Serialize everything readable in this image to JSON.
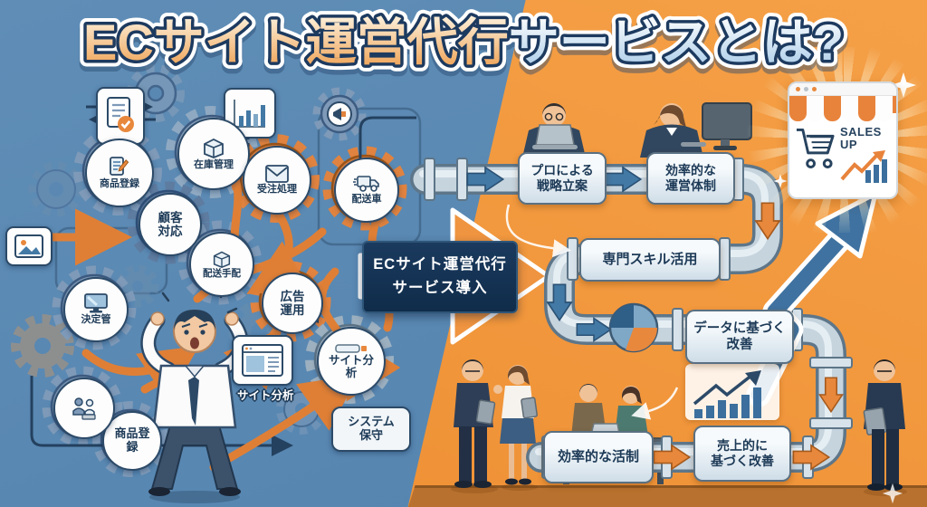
{
  "title": {
    "part1": "ECサイト運営代行",
    "part2": "サービスとは?"
  },
  "palette": {
    "left_bg": "#5987b2",
    "right_bg": "#f29a40",
    "navy": "#1d3a57",
    "orange_accent": "#e0823c",
    "gear_blue": "#7e9ab8",
    "pipe_gray": "#c6d4de",
    "title_navy": "#1d3a5f"
  },
  "left_panel": {
    "badges": [
      {
        "label": "商品登録",
        "icon": "document-pencil-icon"
      },
      {
        "label": "在庫管理",
        "icon": "box-icon"
      },
      {
        "label": "受注処理",
        "icon": "mail-icon"
      },
      {
        "label": "配送車",
        "icon": "truck-icon"
      },
      {
        "label": "顧客対応",
        "icon": ""
      },
      {
        "label": "配送手配",
        "icon": "box-icon"
      },
      {
        "label": "決定管",
        "icon": "monitor-icon"
      },
      {
        "label": "広告運用",
        "icon": ""
      },
      {
        "label": "サイト分析",
        "icon": "browser-bar-icon"
      },
      {
        "label": "サイト分析",
        "icon": "browser-window-icon"
      },
      {
        "label": "商品登録",
        "icon": ""
      },
      {
        "label": "システム保守",
        "icon": ""
      }
    ]
  },
  "center": {
    "box": {
      "line1": "ECサイト運営代行",
      "line2": "サービス導入"
    }
  },
  "right_panel": {
    "steps": [
      {
        "lines": [
          "プロによる",
          "戦略立案"
        ]
      },
      {
        "lines": [
          "効率的な",
          "運営体制"
        ]
      },
      {
        "lines": [
          "専門スキル活用"
        ]
      },
      {
        "lines": [
          "データに基づく",
          "改善"
        ]
      },
      {
        "lines": [
          "効率的な活制"
        ]
      },
      {
        "lines": [
          "売上的に",
          "基づく改善"
        ]
      }
    ],
    "store": {
      "sales_line1": "SALES",
      "sales_line2": "UP"
    }
  }
}
